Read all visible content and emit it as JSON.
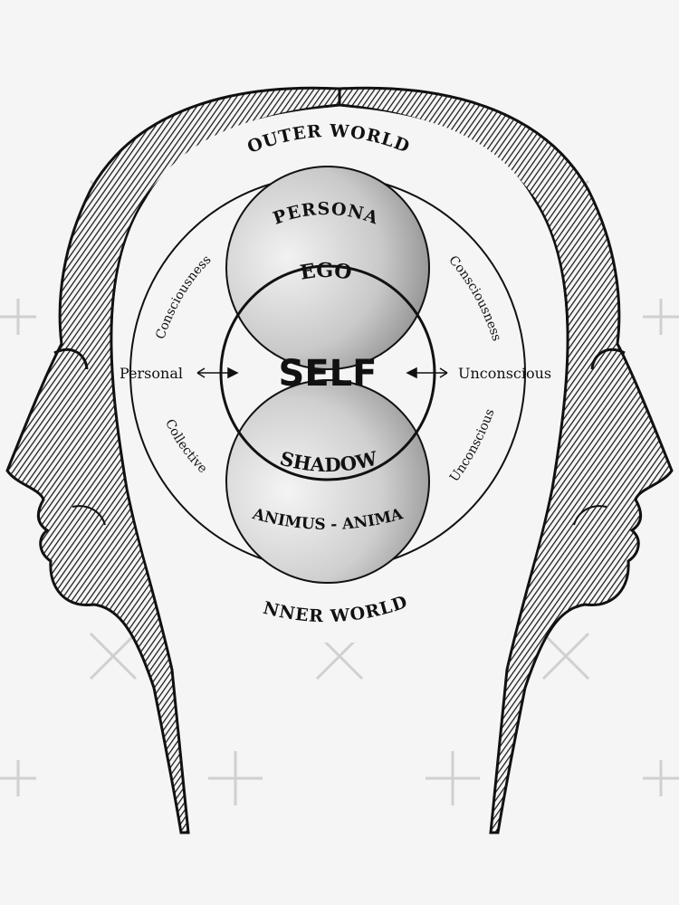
{
  "diagram": {
    "labels": {
      "outer_world": "OUTER WORLD",
      "inner_world": "INNER WORLD",
      "persona": "PERSONA",
      "ego": "EGO",
      "self": "SELF",
      "shadow": "SHADOW",
      "animus_anima": "ANIMUS - ANIMA",
      "personal": "Personal",
      "unconscious_right": "Unconscious",
      "consciousness_left": "Consciousness",
      "collective": "Collective",
      "consciousness_right": "Consciousness",
      "unconscious_lower_right": "Unconscious"
    },
    "colors": {
      "ink": "#111111",
      "background": "#f5f5f5",
      "sphere_light": "#f2f2f2",
      "sphere_dark": "#7a7a7a",
      "watermark": "#d0d0d0"
    }
  }
}
